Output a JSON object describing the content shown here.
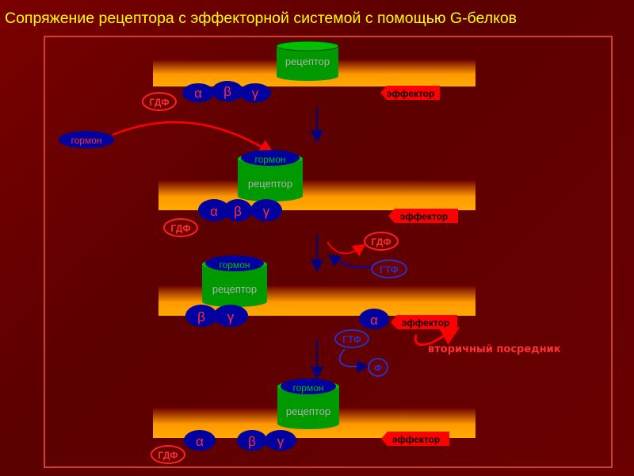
{
  "title": "Сопряжение рецептора с эффекторной системой с помощью G-белков",
  "labels": {
    "receptor": "рецептор",
    "hormone": "гормон",
    "effector": "эффектор",
    "gdp": "ГДФ",
    "gtp": "ГТФ",
    "phosphate": "Ф",
    "alpha": "α",
    "beta": "β",
    "gamma": "γ",
    "second_messenger": "вторичный посредник"
  },
  "colors": {
    "background": "#6a0000",
    "title": "#ffff00",
    "membrane": "#ff9900",
    "receptor": "#009a00",
    "subunit": "#0000a0",
    "effector": "#ff0000",
    "arrow": "#000080"
  }
}
